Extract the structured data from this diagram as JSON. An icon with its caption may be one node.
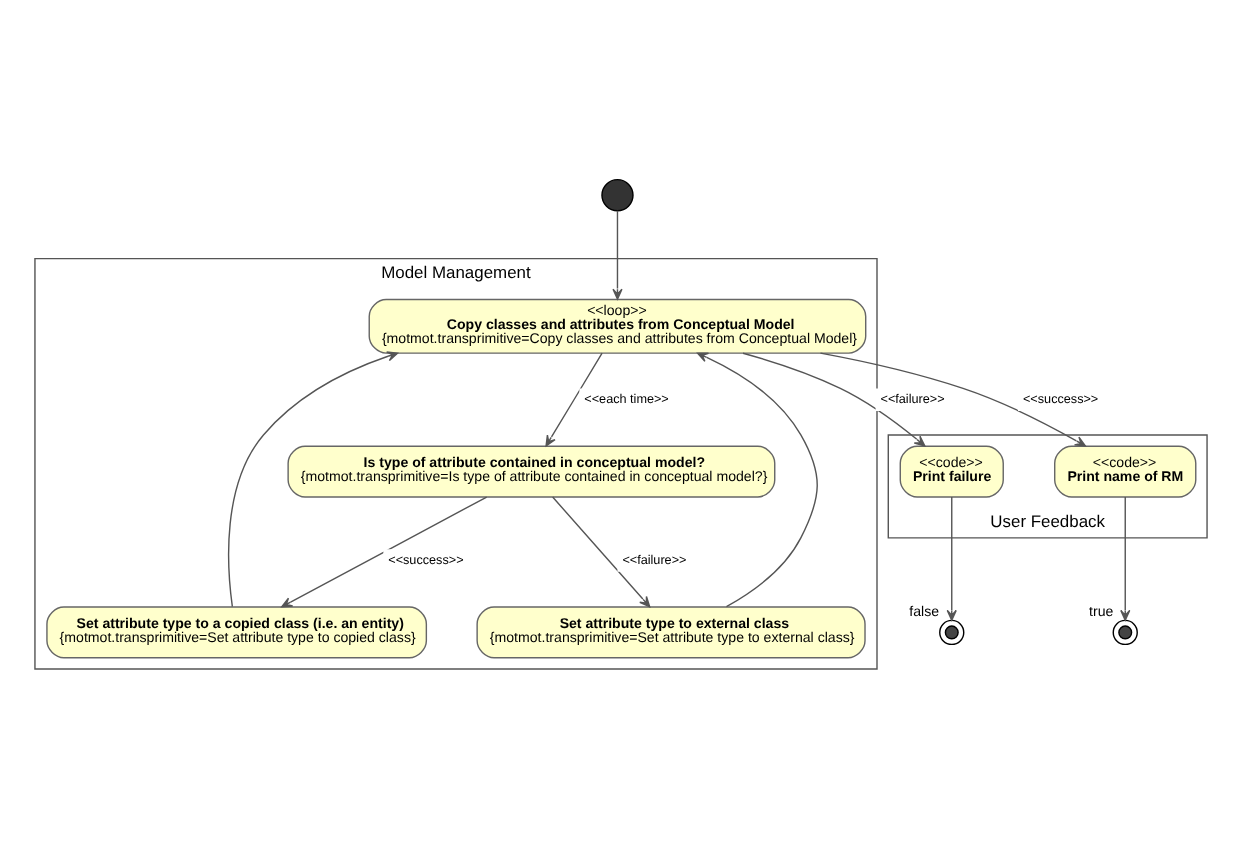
{
  "diagram": {
    "nodes": [
      {
        "text": [
          "Model Management"
        ]
      },
      {
        "text": [
          "User Feedback"
        ]
      },
      {
        "text": [],
        "shape": "circle"
      },
      {
        "text": [
          "<<loop>>",
          "Copy classes and attributes from Conceptual Model",
          "{motmot.transprimitive=Copy classes and attributes from Conceptual Model}"
        ],
        "in": 0
      },
      {
        "text": [
          "Is type of attribute contained in conceptual model?",
          "{motmot.transprimitive=Is type of attribute contained in conceptual model?}"
        ],
        "in": 0
      },
      {
        "text": [
          "Set attribute type to a copied class (i.e. an entity)",
          "{motmot.transprimitive=Set attribute type to copied class}"
        ],
        "in": 0
      },
      {
        "text": [
          "Set attribute type to external class",
          "{motmot.transprimitive=Set attribute type to external class}"
        ],
        "in": 0
      },
      {
        "text": [
          "<<code>>",
          "Print failure"
        ],
        "in": 1
      },
      {
        "text": [
          "<<code>>",
          "Print name of RM"
        ],
        "in": 1
      },
      {
        "text": [],
        "shape": "circle",
        "beside": [
          "true"
        ]
      },
      {
        "text": [],
        "shape": "circle",
        "beside": [
          "false"
        ]
      }
    ],
    "edges": [
      {
        "from": 2,
        "to": 3,
        "arrow": "to"
      },
      {
        "from": 3,
        "to": 7,
        "arrow": "to",
        "label": "<<failure>>"
      },
      {
        "from": 3,
        "to": 8,
        "arrow": "to",
        "label": "<<success>>"
      },
      {
        "from": 3,
        "to": 4,
        "arrow": "to",
        "label": "<<each time>>"
      },
      {
        "from": 4,
        "to": 5,
        "arrow": "to",
        "label": "<<success>>"
      },
      {
        "from": 4,
        "to": 6,
        "arrow": "to",
        "label": "<<failure>>"
      },
      {
        "from": 5,
        "to": 3,
        "arrow": "to"
      },
      {
        "from": 6,
        "to": 3,
        "arrow": "to"
      },
      {
        "from": 8,
        "to": 9,
        "arrow": "to"
      },
      {
        "from": 7,
        "to": 10,
        "arrow": "to"
      }
    ]
  }
}
